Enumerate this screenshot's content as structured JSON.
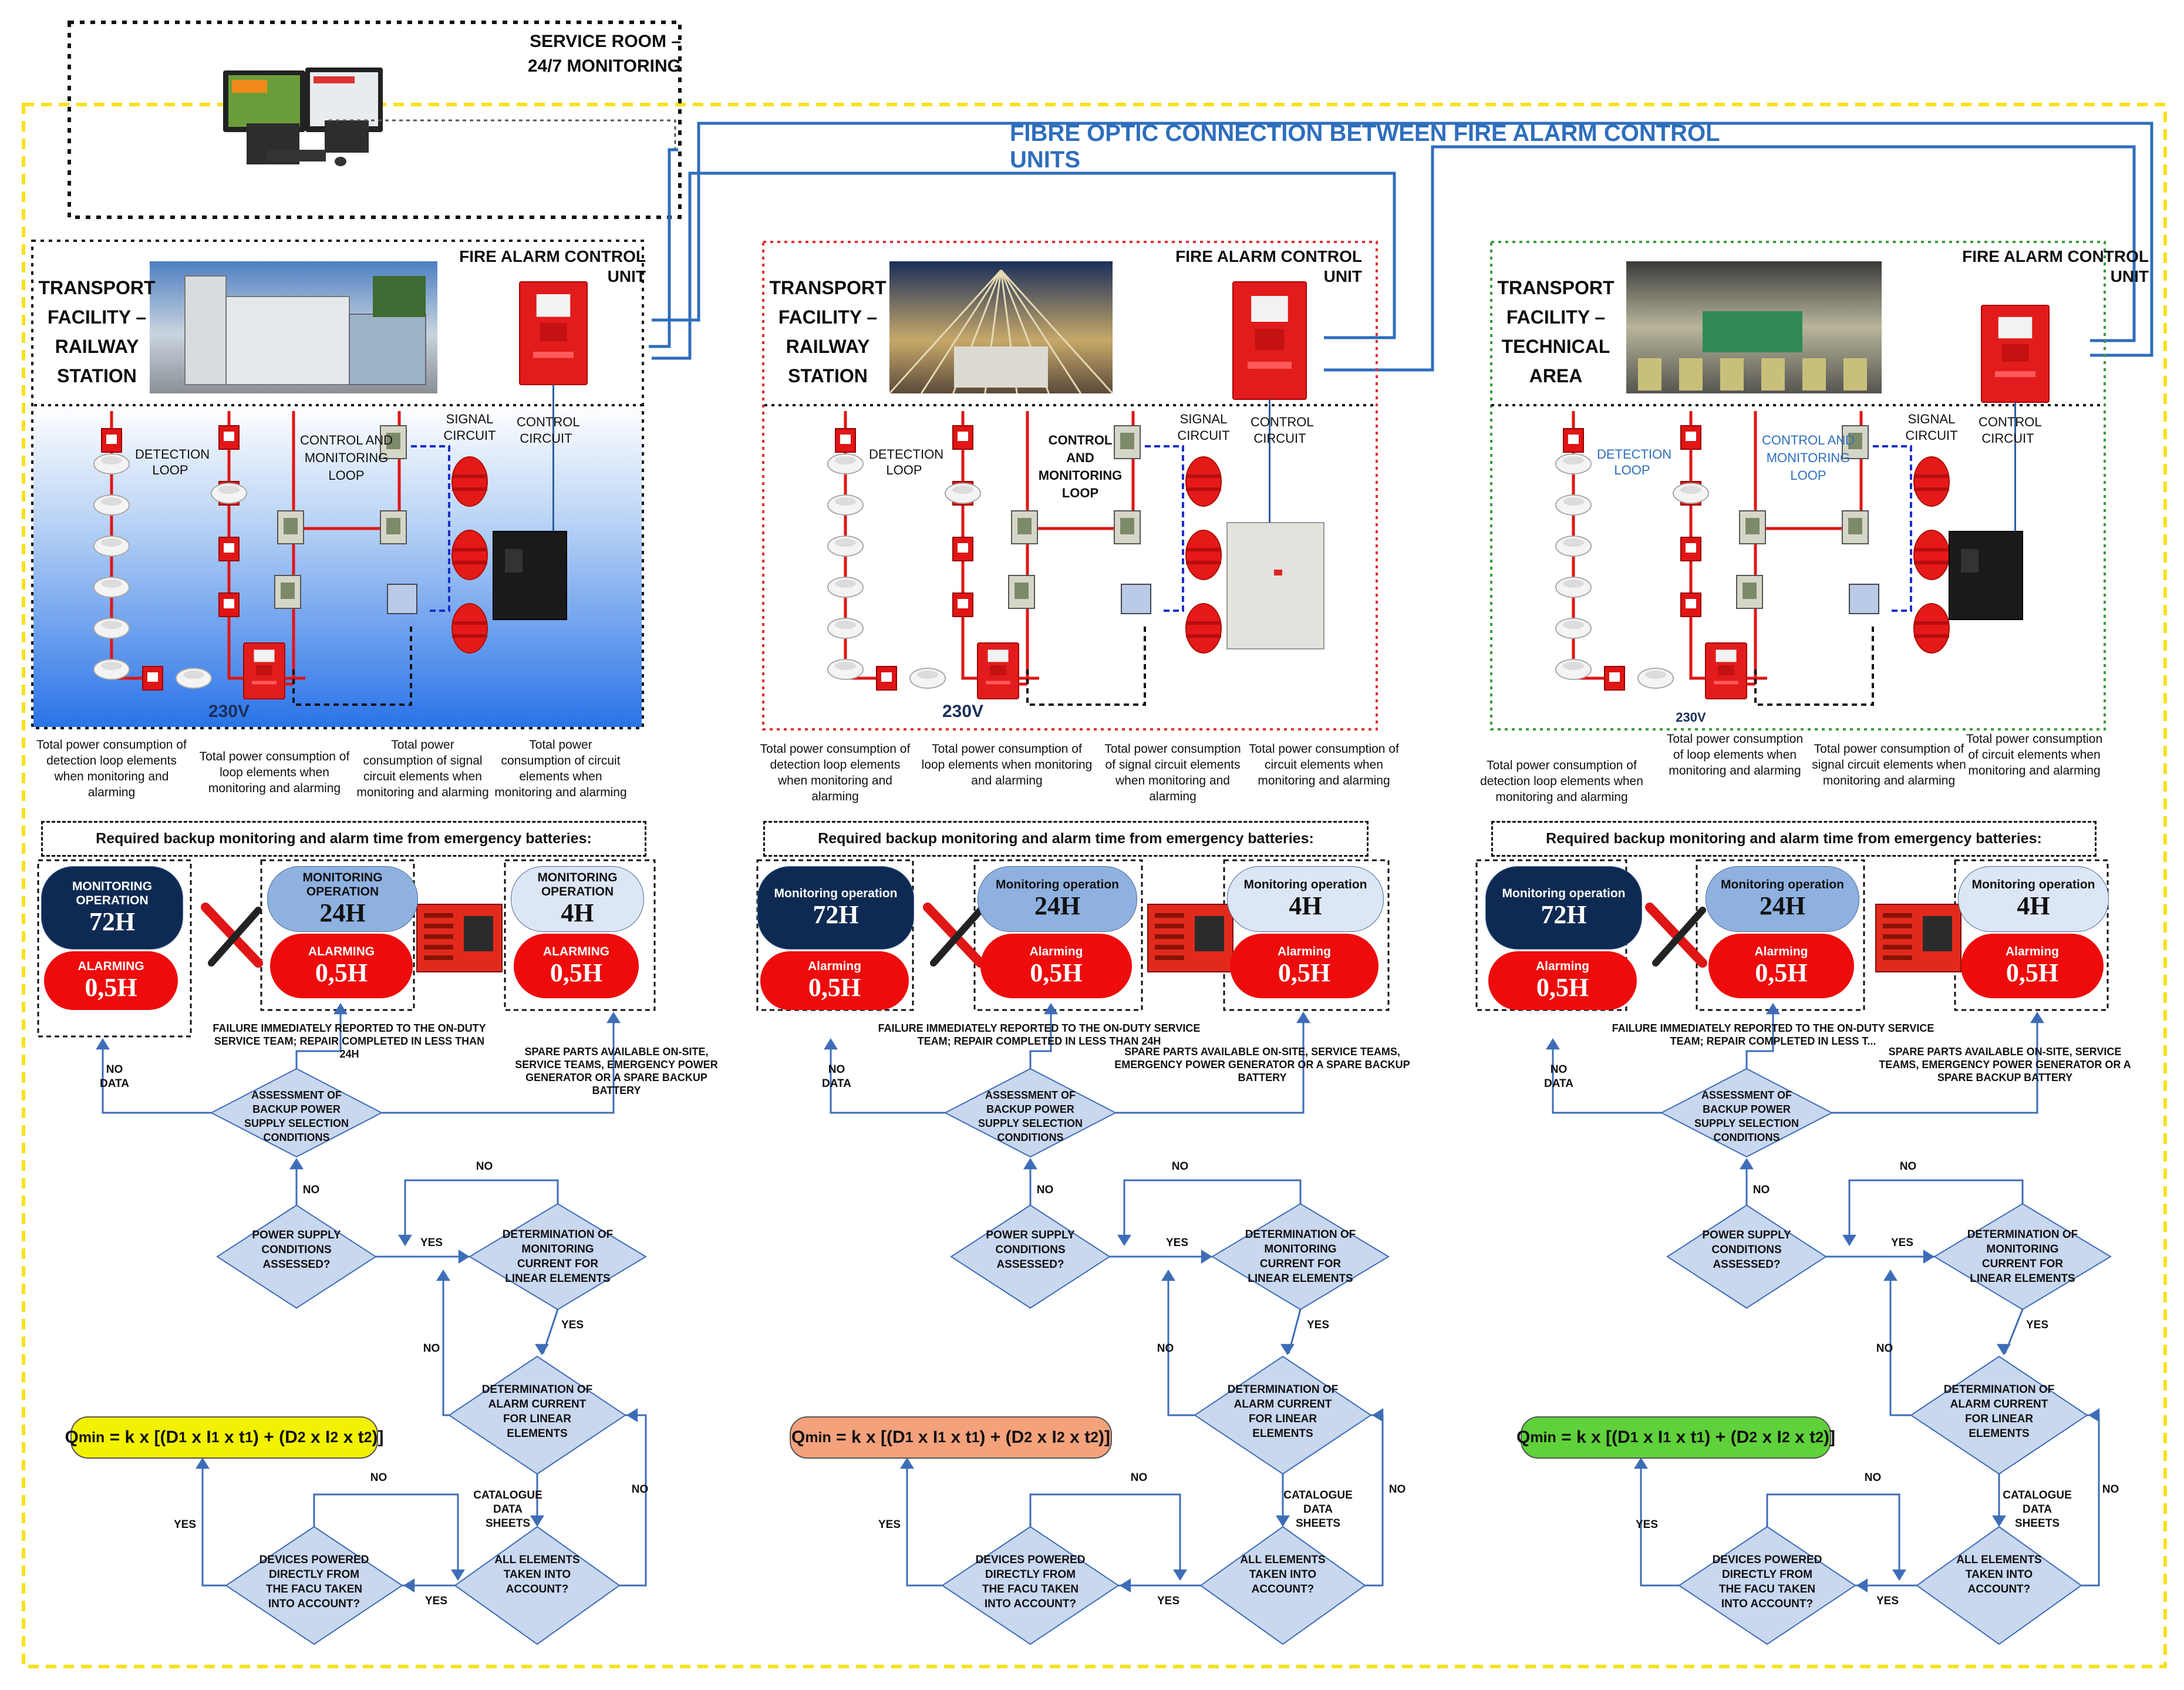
{
  "service_room": "SERVICE ROOM – 24/7 MONITORING",
  "fibre_label": "FIBRE OPTIC CONNECTION BETWEEN FIRE ALARM CONTROL UNITS",
  "units": [
    {
      "facility_title": "TRANSPORT FACILITY – RAILWAY STATION",
      "facu_label": "FIRE ALARM CONTROL UNIT",
      "detection_loop": "DETECTION LOOP",
      "control_loop": "CONTROL AND MONITORING LOOP",
      "signal_circuit": "SIGNAL CIRCUIT",
      "control_circuit": "CONTROL CIRCUIT",
      "voltage": "230V",
      "power_captions": [
        "Total power consumption of detection loop elements when monitoring and alarming",
        "Total power consumption of loop elements when monitoring and alarming",
        "Total power consumption of signal circuit elements when monitoring and alarming",
        "Total power consumption of circuit elements when monitoring and alarming"
      ],
      "required_backup": "Required backup monitoring and alarm time from emergency batteries:",
      "monitoring_label": "MONITORING OPERATION",
      "alarming_label": "ALARMING",
      "mon_values": [
        "72H",
        "24H",
        "4H"
      ],
      "alarm_values": [
        "0,5H",
        "0,5H",
        "0,5H"
      ],
      "failure_note": "FAILURE IMMEDIATELY REPORTED TO THE ON-DUTY SERVICE TEAM; REPAIR COMPLETED IN LESS THAN 24H",
      "spare_note": "SPARE PARTS AVAILABLE ON-SITE, SERVICE TEAMS, EMERGENCY POWER GENERATOR OR A SPARE BACKUP BATTERY",
      "flow": {
        "assessment": "ASSESSMENT OF BACKUP POWER SUPPLY SELECTION CONDITIONS",
        "power_supply": "POWER SUPPLY CONDITIONS ASSESSED?",
        "det_monitoring": "DETERMINATION OF MONITORING CURRENT FOR LINEAR ELEMENTS",
        "det_alarm": "DETERMINATION OF ALARM CURRENT FOR LINEAR ELEMENTS",
        "all_elements": "ALL ELEMENTS TAKEN INTO ACCOUNT?",
        "devices": "DEVICES POWERED DIRECTLY FROM THE FACU TAKEN INTO ACCOUNT?",
        "catalogue": "CATALOGUE DATA SHEETS",
        "no_data": "NO DATA",
        "yes": "YES",
        "no": "NO"
      },
      "formula_color": "#f2f200"
    },
    {
      "facility_title": "TRANSPORT FACILITY – RAILWAY STATION",
      "facu_label": "FIRE ALARM CONTROL UNIT",
      "detection_loop": "DETECTION LOOP",
      "control_loop": "CONTROL AND MONITORING LOOP",
      "signal_circuit": "SIGNAL CIRCUIT",
      "control_circuit": "CONTROL CIRCUIT",
      "voltage": "230V",
      "power_captions": [
        "Total power consumption of detection loop elements when monitoring and alarming",
        "Total power consumption of loop elements when monitoring and alarming",
        "Total power consumption of signal circuit elements when monitoring and alarming",
        "Total power consumption of circuit elements when monitoring and alarming"
      ],
      "required_backup": "Required backup monitoring and alarm time from emergency batteries:",
      "monitoring_label": "Monitoring operation",
      "alarming_label": "Alarming",
      "mon_values": [
        "72H",
        "24H",
        "4H"
      ],
      "alarm_values": [
        "0,5H",
        "0,5H",
        "0,5H"
      ],
      "failure_note": "FAILURE IMMEDIATELY REPORTED TO THE ON-DUTY SERVICE TEAM; REPAIR COMPLETED IN LESS THAN 24H",
      "spare_note": "SPARE PARTS AVAILABLE ON-SITE, SERVICE TEAMS, EMERGENCY POWER GENERATOR OR A SPARE BACKUP BATTERY",
      "flow": {
        "assessment": "ASSESSMENT OF BACKUP POWER SUPPLY SELECTION CONDITIONS",
        "power_supply": "POWER SUPPLY CONDITIONS ASSESSED?",
        "det_monitoring": "DETERMINATION OF MONITORING CURRENT FOR LINEAR ELEMENTS",
        "det_alarm": "DETERMINATION OF ALARM CURRENT FOR LINEAR ELEMENTS",
        "all_elements": "ALL ELEMENTS TAKEN INTO ACCOUNT?",
        "devices": "DEVICES POWERED DIRECTLY FROM THE FACU TAKEN INTO ACCOUNT?",
        "catalogue": "CATALOGUE DATA SHEETS",
        "no_data": "NO DATA",
        "yes": "YES",
        "no": "NO"
      },
      "formula_color": "#f4a27c"
    },
    {
      "facility_title": "TRANSPORT FACILITY – TECHNICAL AREA",
      "facu_label": "FIRE ALARM CONTROL UNIT",
      "detection_loop": "DETECTION LOOP",
      "control_loop": "CONTROL AND MONITORING LOOP",
      "signal_circuit": "SIGNAL CIRCUIT",
      "control_circuit": "CONTROL CIRCUIT",
      "voltage": "230V",
      "power_captions": [
        "Total power consumption of detection loop elements when monitoring and alarming",
        "Total power consumption of loop elements when monitoring and alarming",
        "Total power consumption of signal circuit elements when monitoring and alarming",
        "Total power consumption of circuit elements when monitoring and alarming"
      ],
      "required_backup": "Required backup monitoring and alarm time from emergency batteries:",
      "monitoring_label": "Monitoring operation",
      "alarming_label": "Alarming",
      "mon_values": [
        "72H",
        "24H",
        "4H"
      ],
      "alarm_values": [
        "0,5H",
        "0,5H",
        "0,5H"
      ],
      "failure_note": "FAILURE IMMEDIATELY REPORTED TO THE ON-DUTY SERVICE TEAM; REPAIR COMPLETED IN LESS T...",
      "spare_note": "SPARE PARTS AVAILABLE ON-SITE, SERVICE TEAMS, EMERGENCY POWER GENERATOR OR A SPARE BACKUP BATTERY",
      "flow": {
        "assessment": "ASSESSMENT OF BACKUP POWER SUPPLY SELECTION CONDITIONS",
        "power_supply": "POWER SUPPLY CONDITIONS ASSESSED?",
        "det_monitoring": "DETERMINATION OF MONITORING CURRENT FOR LINEAR ELEMENTS",
        "det_alarm": "DETERMINATION OF ALARM CURRENT FOR LINEAR ELEMENTS",
        "all_elements": "ALL ELEMENTS TAKEN INTO ACCOUNT?",
        "devices": "DEVICES POWERED DIRECTLY FROM THE FACU TAKEN INTO ACCOUNT?",
        "catalogue": "CATALOGUE DATA SHEETS",
        "no_data": "NO DATA",
        "yes": "YES",
        "no": "NO"
      },
      "formula_color": "#5fd13a"
    }
  ],
  "formula": {
    "q": "Q",
    "q_sub": "min",
    "body_a": " = k x [(D",
    "s1": "1",
    "body_b": " x I",
    "body_c": " x t",
    "body_d": ") + (D",
    "s2": "2",
    "body_e": ")]"
  },
  "colors": {
    "frame_yellow": "#f7e11b",
    "fibre_blue": "#2e6ebd",
    "loop_red": "#e01515",
    "navy": "#0e2a52",
    "mid_blue": "#8eb1e0",
    "light_blue": "#dce6f5",
    "alarm_red": "#ee0b0b",
    "diamond_fill": "#c9d7ef",
    "diamond_stroke": "#3e6db8",
    "section_1_border": "#111111",
    "section_2_border": "#e03030",
    "section_3_border": "#3c9a3c"
  },
  "icons": [
    "computer-workstation-icon",
    "fire-alarm-control-unit-icon",
    "smoke-detector-icon",
    "manual-call-point-icon",
    "siren-icon",
    "control-module-icon",
    "tools-icon",
    "power-generator-icon",
    "power-supply-cabinet-icon"
  ]
}
